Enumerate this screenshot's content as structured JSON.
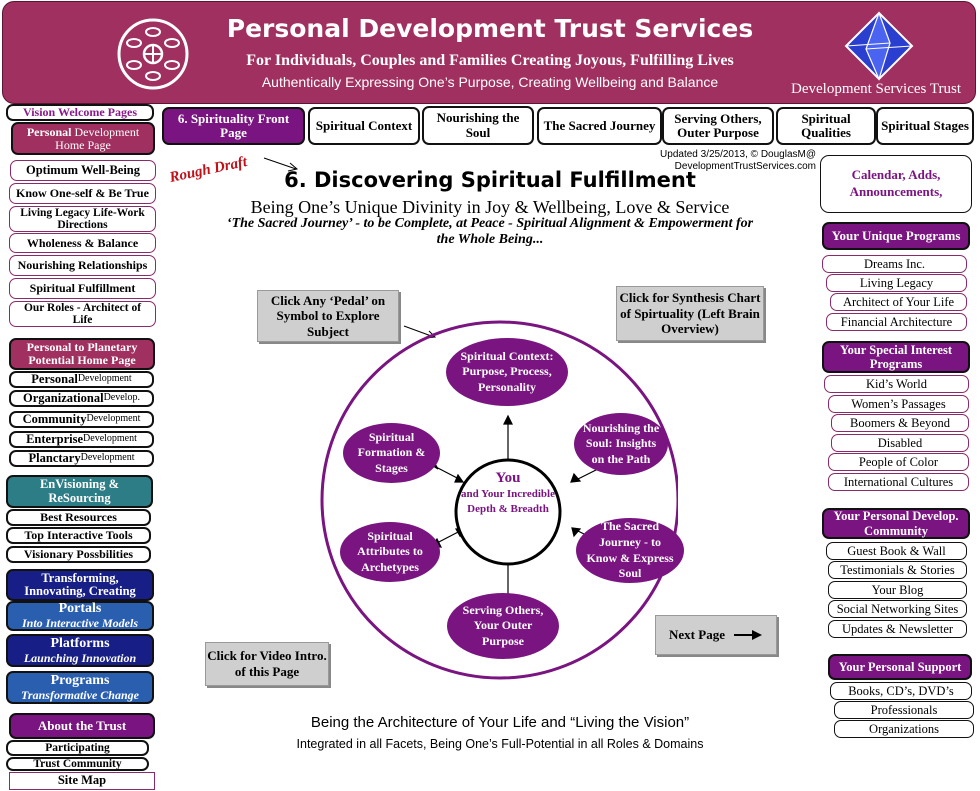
{
  "header": {
    "title": "Personal Development Trust Services",
    "subtitle": "For Individuals, Couples and Families Creating Joyous, Fulfilling Lives",
    "subtitle2": "Authentically Expressing One’s Purpose, Creating Wellbeing and Balance",
    "brand": "Development Services Trust"
  },
  "left_nav": {
    "vision_welcome": "Vision Welcome Pages",
    "personal_home_a": "Personal",
    "personal_home_b": " Development Home Page",
    "items": [
      "Optimum Well-Being",
      "Know One-self & Be True",
      "Living Legacy Life-Work Directions",
      "Wholeness & Balance",
      "Nourishing Relationships",
      "Spiritual Fulfillment",
      "Our Roles - Architect of Life"
    ],
    "planetary": "Personal to Planetary Potential Home Page",
    "dev_items": [
      {
        "bold": "Personal",
        "rest": " Development"
      },
      {
        "bold": "Organizational",
        "rest": " Develop."
      },
      {
        "bold": "Community",
        "rest": " Development"
      },
      {
        "bold": "Enterprise",
        "rest": " Development"
      },
      {
        "bold": "Planctary",
        "rest": " Development"
      }
    ],
    "envisioning": "EnVisioning & ReSourcing",
    "resources": [
      "Best Resources",
      "Top Interactive Tools",
      "Visionary Possbilities"
    ],
    "transforming": "Transforming, Innovating, Creating",
    "portals": "Portals",
    "portals_sub": "Into Interactive Models",
    "platforms": "Platforms",
    "platforms_sub": "Launching Innovation",
    "programs": "Programs",
    "programs_sub": "Transformative Change",
    "about": "About the Trust",
    "about_items": [
      "Participating",
      "Trust Community",
      "Site Map"
    ]
  },
  "tabs": [
    "6.  Spirituality Front Page",
    "Spiritual Context",
    "Nourishing the Soul",
    "The Sacred Journey",
    "Serving Others, Outer Purpose",
    "Spiritual Qualities",
    "Spiritual Stages"
  ],
  "main": {
    "updated": "Updated 3/25/2013, © DouglasM@ DevelopmentTrustServices.com",
    "rough_draft": "Rough Draft",
    "title": "6. Discovering Spiritual Fulfillment",
    "subtitle": "Being One’s Unique Divinity in Joy & Wellbeing, Love & Service",
    "tagline": "‘The Sacred Journey’ - to be Complete, at Peace - Spiritual Alignment & Empowerment for the Whole Being...",
    "click_pedal": "Click Any ‘Pedal’ on Symbol to Explore Subject",
    "click_synthesis": "Click for Synthesis Chart of  Spirtuality (Left Brain Overview)",
    "click_video": "Click for Video Intro. of this Page",
    "next_page": "Next Page",
    "center_you": "You",
    "center_rest": "and Your Incredible Depth & Breadth",
    "petals": {
      "top": "Spiritual Context: Purpose, Process, Personality",
      "upper_right": "Nourishing the Soul: Insights on the Path",
      "lower_right": "The Sacred Journey - to Know & Express Soul",
      "bottom": "Serving Others, Your Outer Purpose",
      "lower_left": "Spiritual Attributes to Archetypes",
      "upper_left": "Spiritual Formation & Stages"
    },
    "footer1": "Being the Architecture of Your Life and “Living the Vision”",
    "footer2": "Integrated in all Facets, Being One’s Full-Potential in all Roles & Domains"
  },
  "right_nav": {
    "calendar": "Calendar, Adds, Announcements,",
    "unique_programs": "Your Unique Programs",
    "unique_items": [
      "Dreams Inc.",
      "Living Legacy",
      "Architect of Your Life",
      "Financial Architecture"
    ],
    "special": "Your Special Interest Programs",
    "special_items": [
      "Kid’s World",
      "Women’s Passages",
      "Boomers & Beyond",
      "Disabled",
      "People of Color",
      "International Cultures"
    ],
    "community": "Your Personal Develop. Community",
    "community_items": [
      "Guest Book &  Wall",
      "Testimonials & Stories",
      "Your Blog",
      "Social Networking Sites",
      "Updates & Newsletter"
    ],
    "support": "Your Personal Support",
    "support_items": [
      "Books, CD’s, DVD’s",
      "Professionals",
      "Organizations"
    ]
  },
  "colors": {
    "brand": "#a0305f",
    "petal": "#7a1480",
    "navy": "#171f86",
    "teal": "#2d7d87",
    "blue": "#2a5fb0"
  }
}
